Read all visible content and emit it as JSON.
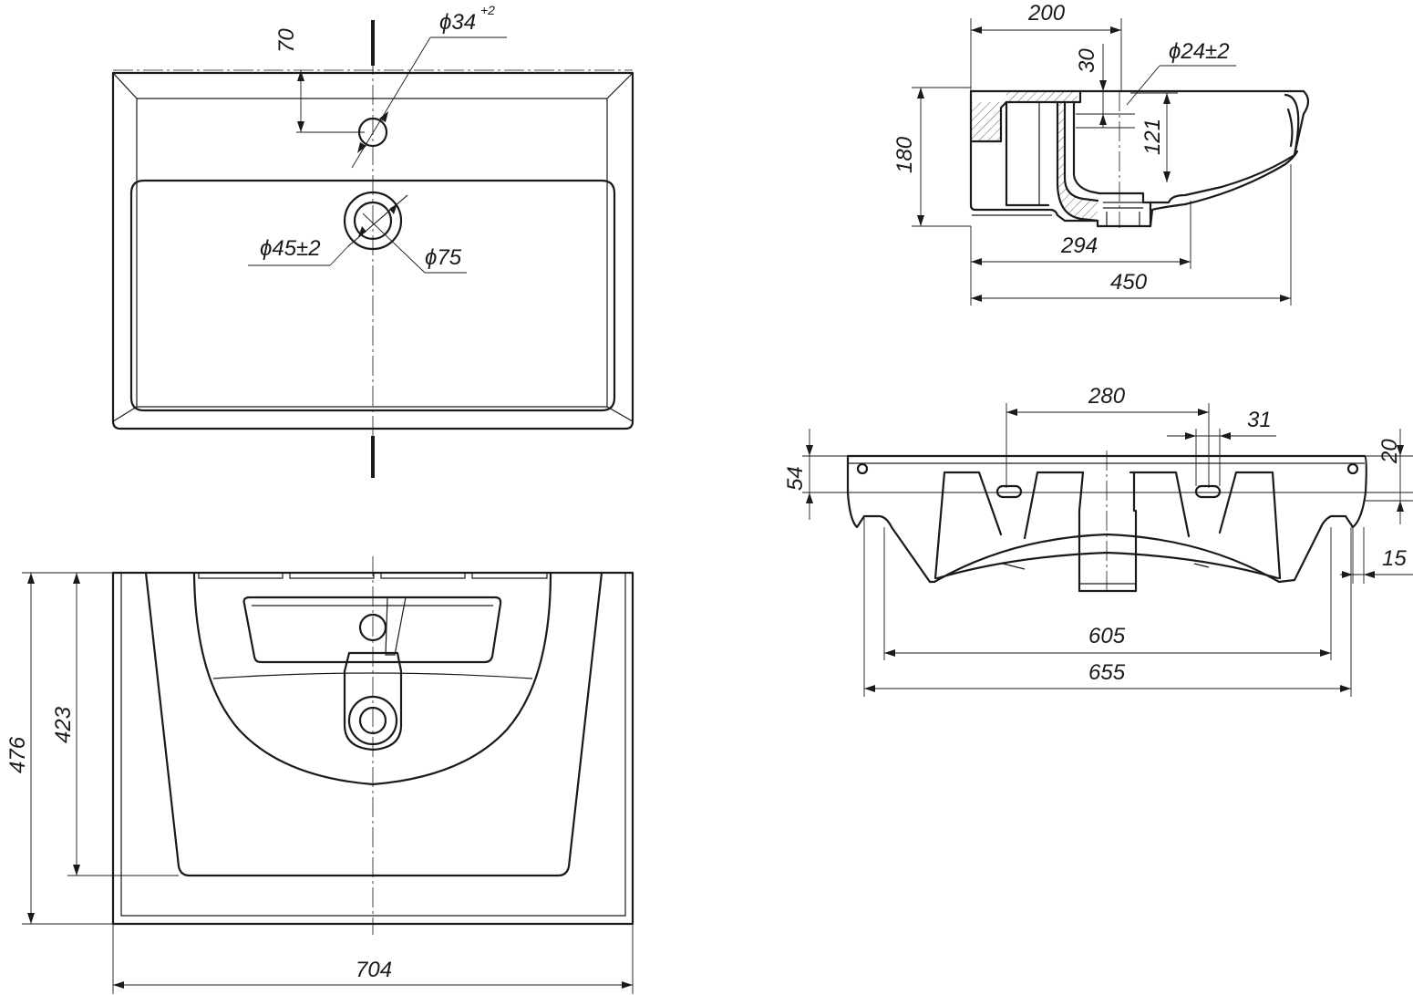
{
  "top_view": {
    "dim_tap_offset": "70",
    "dim_tap_hole": "ϕ34",
    "dim_tap_hole_tolerance": "+2",
    "dim_drain_inner": "ϕ45±2",
    "dim_drain_outer": "ϕ75"
  },
  "bottom_view": {
    "dim_depth_total": "476",
    "dim_depth_inner": "423",
    "dim_width": "704"
  },
  "side_section": {
    "dim_top": "200",
    "dim_wall": "30",
    "dim_overflow": "ϕ24±2",
    "dim_height": "180",
    "dim_overflow_height": "121",
    "dim_base": "294",
    "dim_depth": "450"
  },
  "back_view": {
    "dim_mount_spacing": "280",
    "dim_slot": "31",
    "dim_mount_height": "54",
    "dim_hole_offset": "20",
    "dim_edge": "15",
    "dim_inner_width": "605",
    "dim_outer_width": "655"
  }
}
